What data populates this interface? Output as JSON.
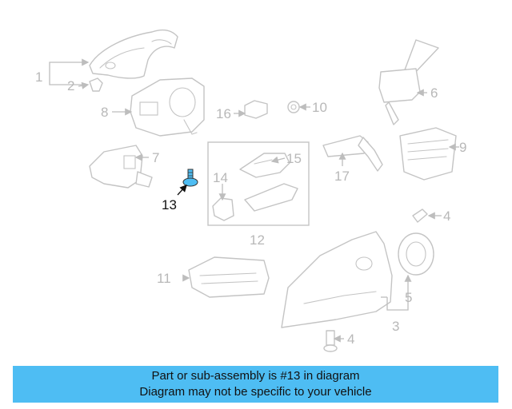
{
  "callouts": {
    "c1": "1",
    "c2": "2",
    "c3": "3",
    "c4a": "4",
    "c4b": "4",
    "c5": "5",
    "c6": "6",
    "c7": "7",
    "c8": "8",
    "c9": "9",
    "c10": "10",
    "c11": "11",
    "c12": "12",
    "c13": "13",
    "c14": "14",
    "c15": "15",
    "c16": "16",
    "c17": "17"
  },
  "highlight": {
    "part": "13",
    "color": "#4ebdf3"
  },
  "banner": {
    "line1": "Part or sub-assembly is #13 in diagram",
    "line2": "Diagram may not be specific to your vehicle",
    "color": "#4ebdf3"
  }
}
